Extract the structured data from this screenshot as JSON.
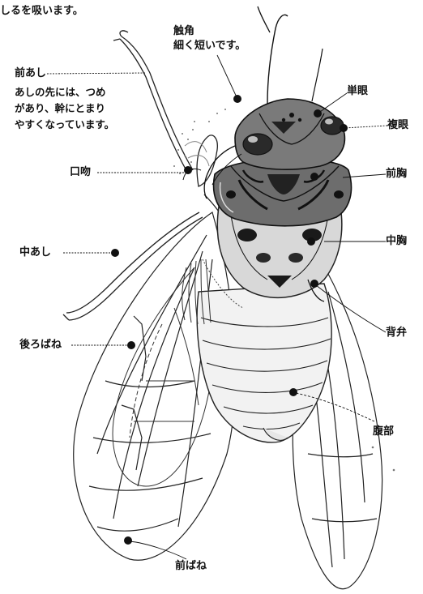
{
  "header": {
    "cut_text": "しるを吸います。"
  },
  "labels": {
    "antenna": "触角",
    "antenna_note": "細く短いです。",
    "foreleg": "前あし",
    "foreleg_note": [
      "あしの先には、つめ",
      "があり、幹にとまり",
      "やすくなっています。"
    ],
    "ocelli": "単眼",
    "compound_eye": "複眼",
    "mouth": "口吻",
    "prothorax": "前胸",
    "middle_leg": "中あし",
    "mesothorax": "中胸",
    "hind_wing": "後ろばね",
    "operculum": "背弁",
    "abdomen": "腹部",
    "forewing": "前ばね"
  },
  "colors": {
    "ink": "#111111",
    "paper": "#ffffff",
    "shade": "#555555",
    "dark": "#1a1a1a"
  }
}
